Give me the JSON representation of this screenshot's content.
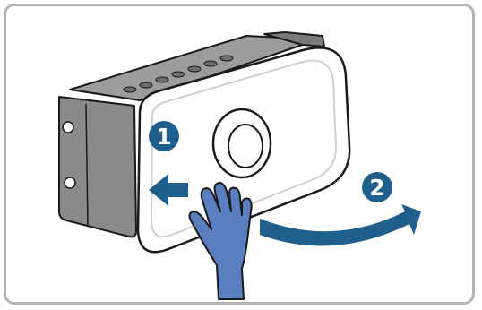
{
  "figure": {
    "steps": [
      {
        "number": "1"
      },
      {
        "number": "2"
      }
    ]
  },
  "colors": {
    "frame": "#b4b4b4",
    "housing": "#8a8a8a",
    "housing_dark": "#5e5e5e",
    "cover": "#ffffff",
    "outline": "#1a1a1a",
    "accent": "#1f5f8b",
    "hand": "#5a7fc0"
  },
  "icons": [
    "step-1-badge",
    "step-2-badge",
    "slide-left-arrow",
    "swing-arrow",
    "hand-icon",
    "circular-button-icon"
  ]
}
